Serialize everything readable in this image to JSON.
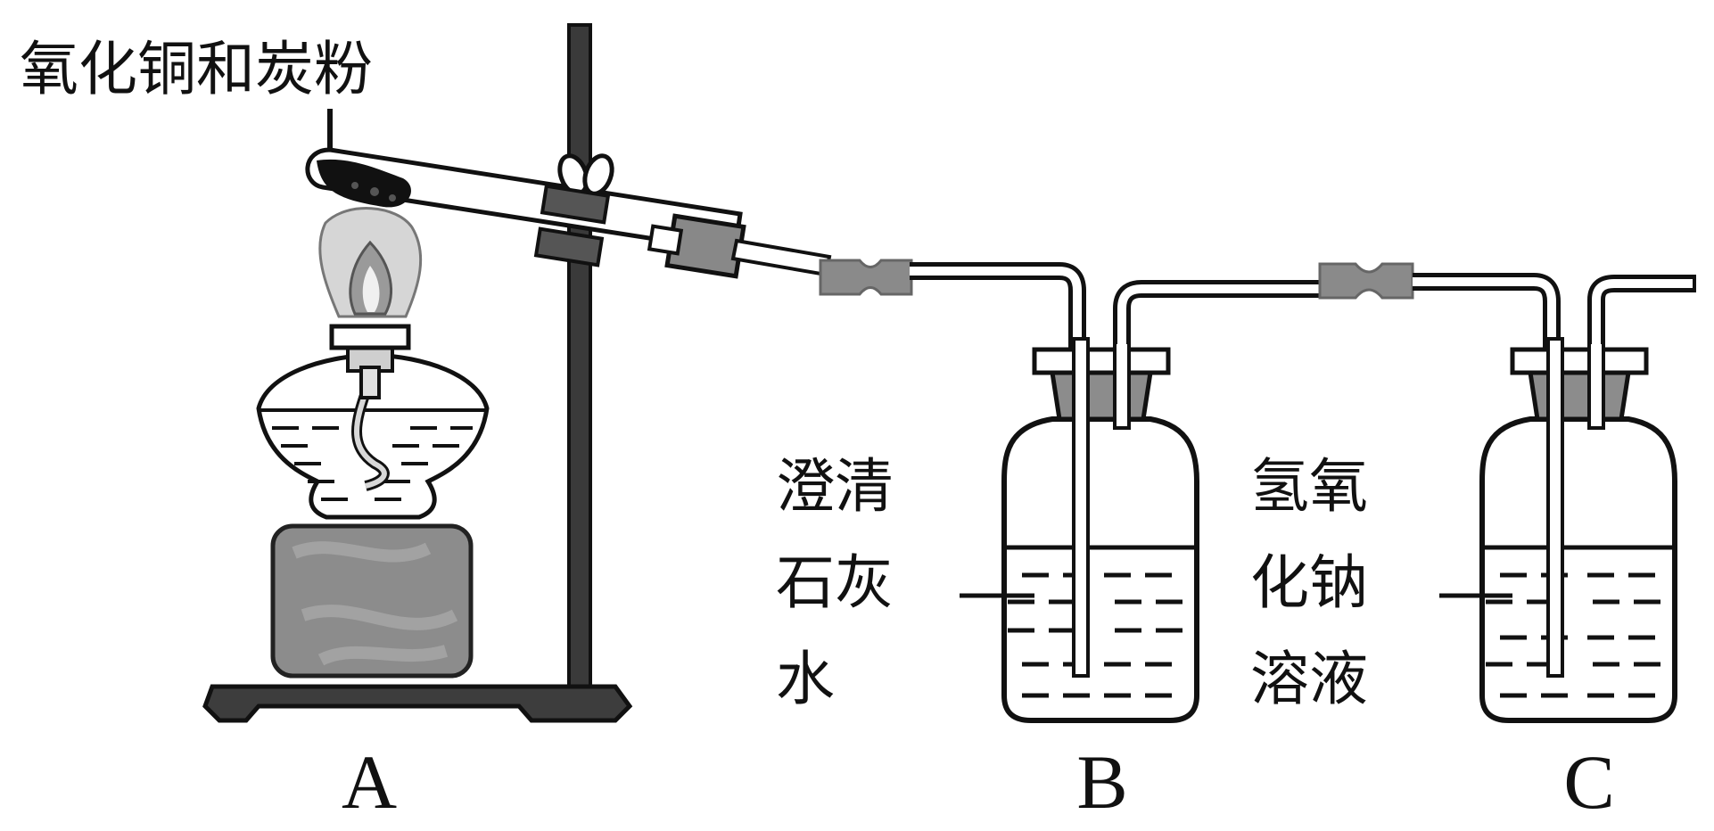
{
  "labels": {
    "tube_contents": "氧化铜和炭粉",
    "bottle_b_liquid": [
      "澄清",
      "石灰",
      "水"
    ],
    "bottle_c_liquid": [
      "氢氧",
      "化钠",
      "溶液"
    ]
  },
  "apparatus_letters": {
    "a": "A",
    "b": "B",
    "c": "C"
  }
}
